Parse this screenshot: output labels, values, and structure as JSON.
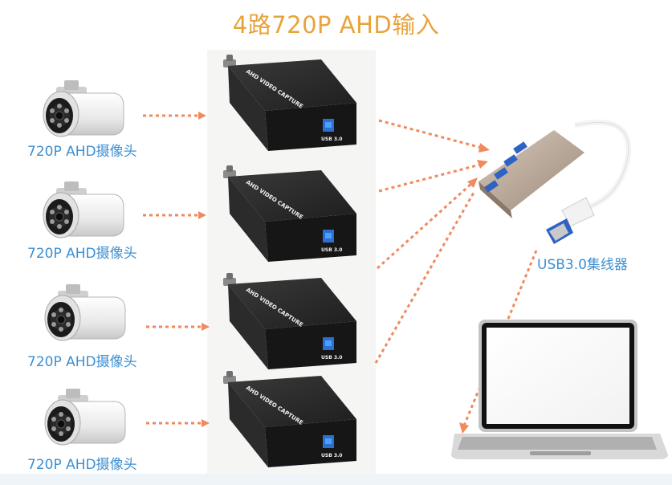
{
  "title": "4路720P AHD输入",
  "cameras": [
    {
      "label": "720P AHD摄像头"
    },
    {
      "label": "720P AHD摄像头"
    },
    {
      "label": "720P AHD摄像头"
    },
    {
      "label": "720P AHD摄像头"
    }
  ],
  "capture_device": {
    "print": "AHD VIDEO CAPTURE",
    "port": "USB 3.0"
  },
  "hub": {
    "label": "USB3.0集线器"
  },
  "colors": {
    "arrow": "#f08a5d",
    "title": "#e8a33a",
    "label": "#3d8fd1"
  }
}
